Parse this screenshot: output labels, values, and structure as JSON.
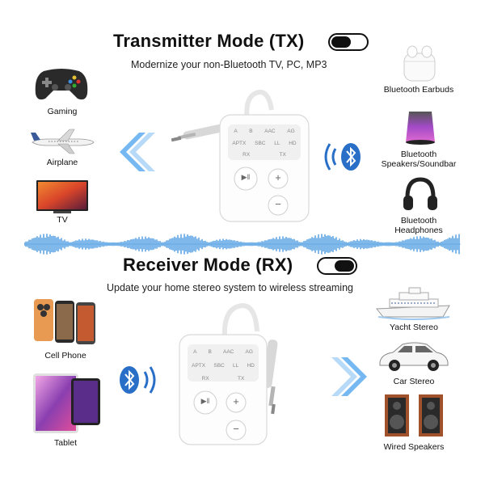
{
  "tx": {
    "title": "Transmitter Mode (TX)",
    "subtitle": "Modernize your non-Bluetooth TV, PC, MP3",
    "left_devices": [
      "Gaming",
      "Airplane",
      "TV"
    ],
    "right_devices": [
      "Bluetooth Earbuds",
      "Bluetooth Speakers/Soundbar",
      "Bluetooth Headphones"
    ]
  },
  "rx": {
    "title": "Receiver Mode (RX)",
    "subtitle": "Update your home stereo system to wireless streaming",
    "left_devices": [
      "Cell Phone",
      "Tablet"
    ],
    "right_devices": [
      "Yacht Stereo",
      "Car Stereo",
      "Wired Speakers"
    ]
  },
  "device_labels": {
    "row1": [
      "A",
      "B",
      "AAC",
      "AG"
    ],
    "row2": [
      "APTX",
      "SBC",
      "LL",
      "HD"
    ],
    "row3": [
      "RX",
      "TX"
    ],
    "play": "▶‖",
    "plus": "+",
    "minus": "−"
  },
  "colors": {
    "accent_blue": "#3a8de0",
    "dark": "#111111"
  }
}
